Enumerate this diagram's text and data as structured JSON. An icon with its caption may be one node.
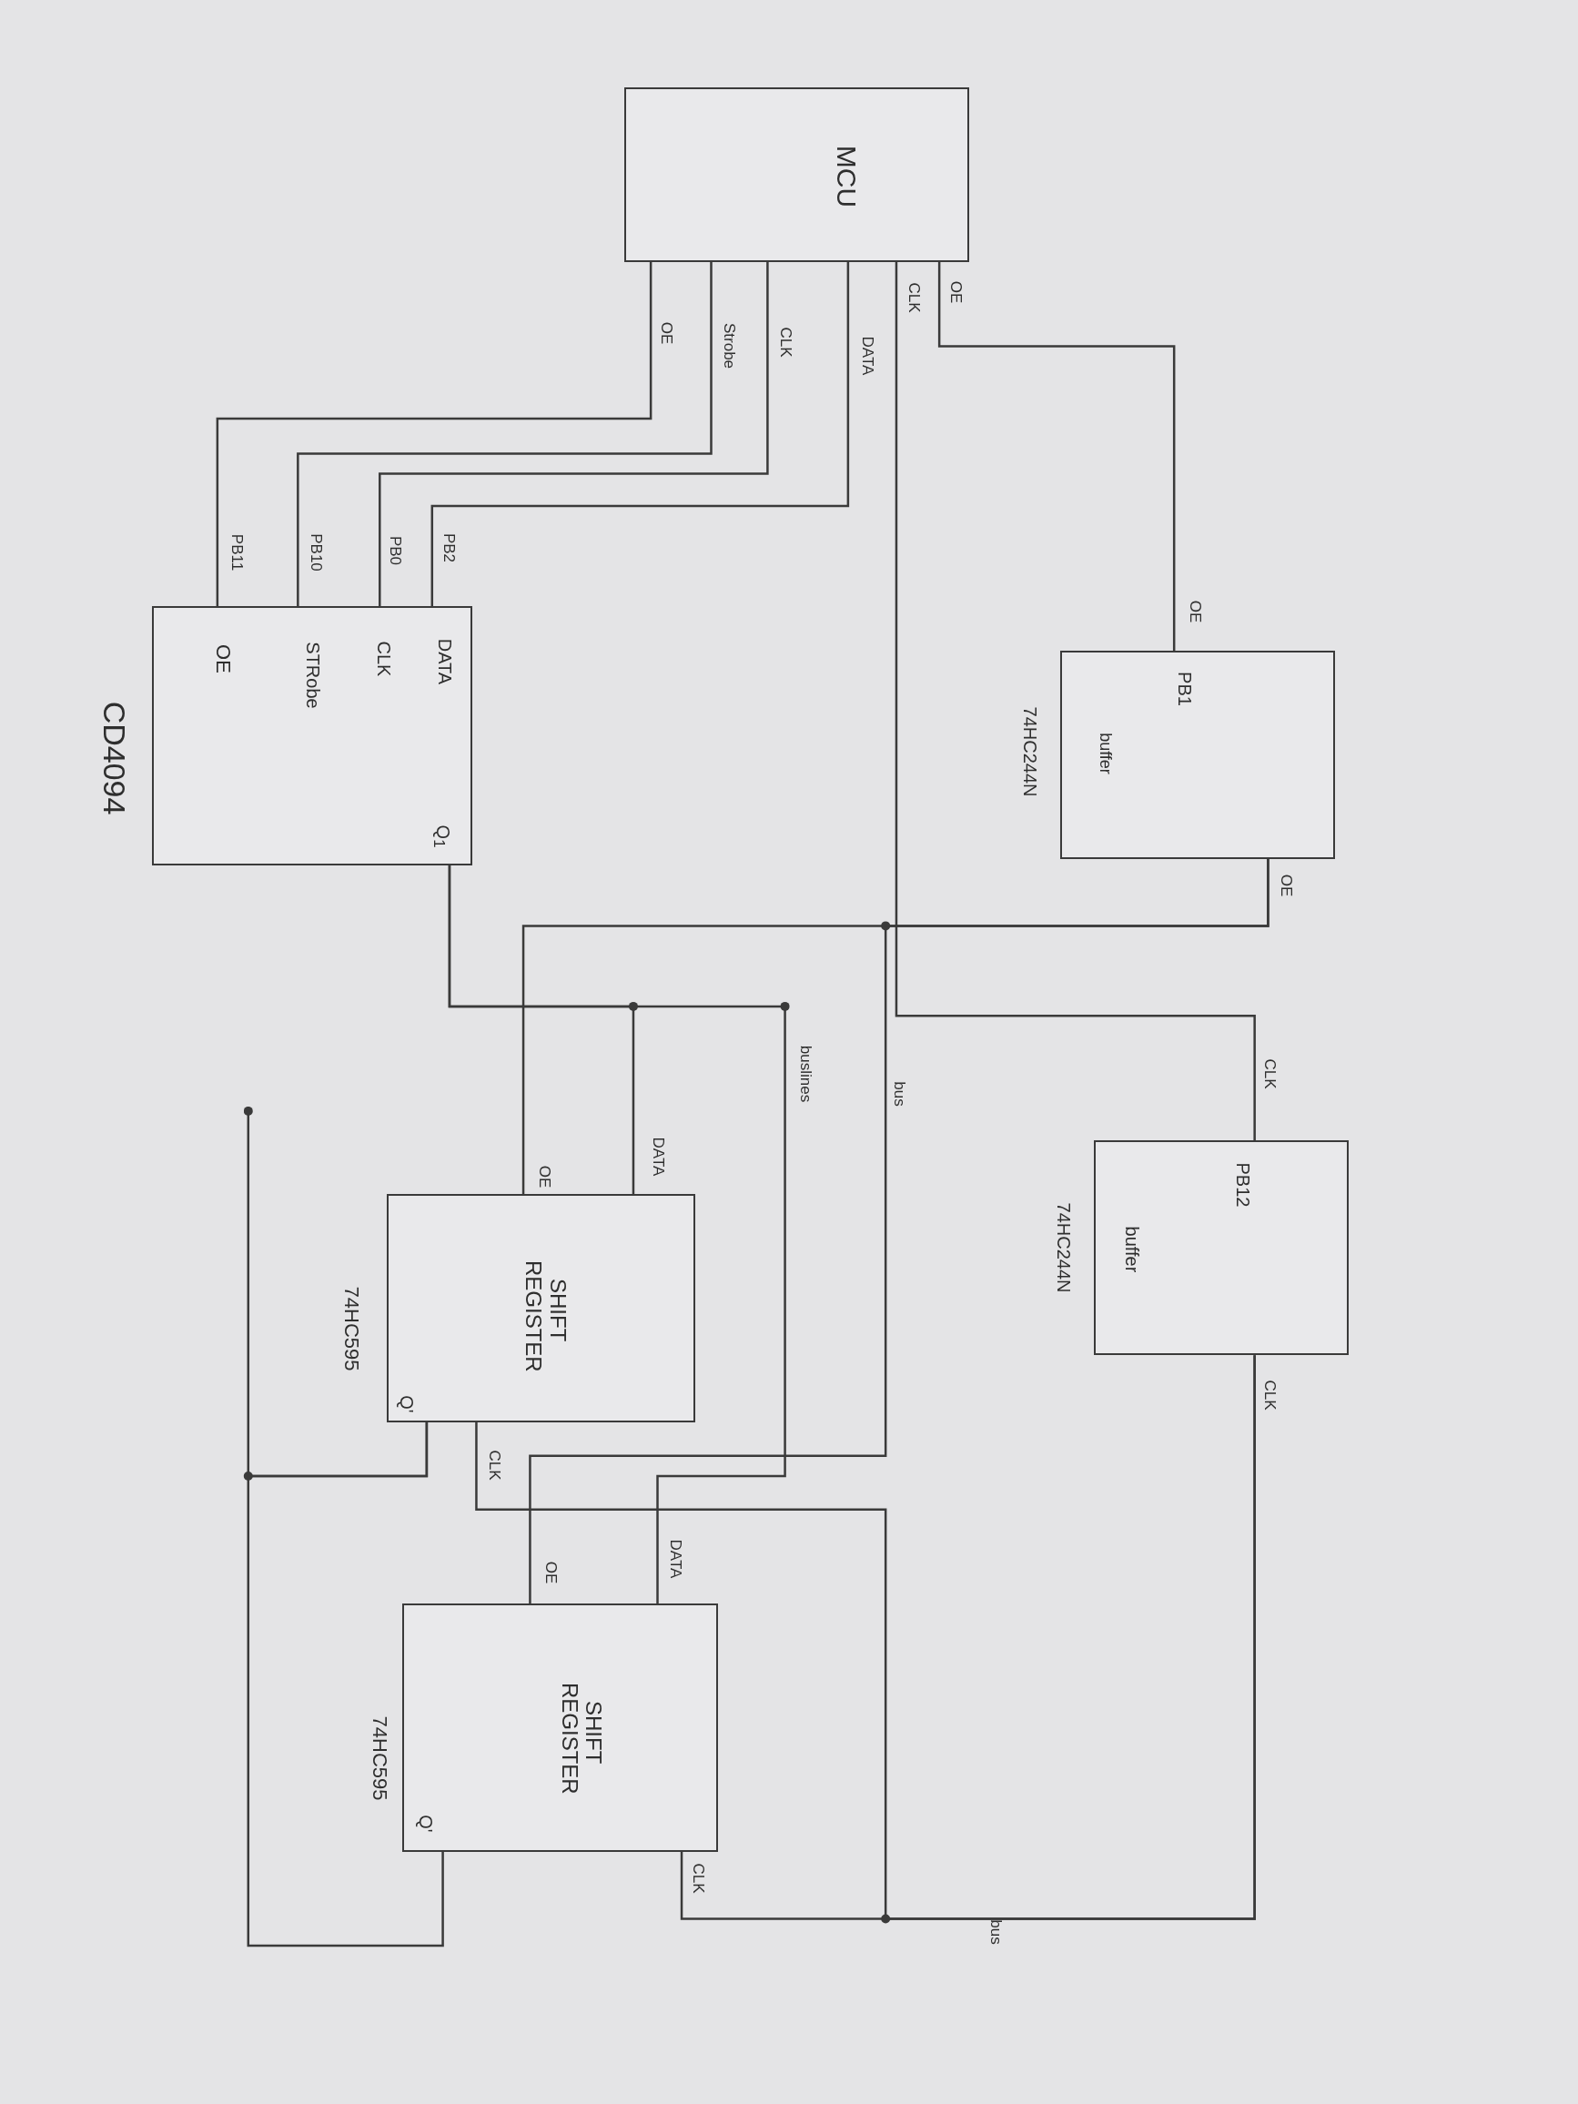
{
  "diagram": {
    "nodes": [
      {
        "text": [
          "MCU"
        ]
      },
      {
        "text": [
          "DATA",
          "CLK",
          "STRobe",
          "OE",
          "Q$_{1}$"
        ],
        "beside": [
          "CD4094"
        ]
      },
      {
        "text": [
          "PB1",
          "buffer"
        ],
        "beside": [
          "74HC244N"
        ]
      },
      {
        "text": [
          "PB12",
          "buffer"
        ],
        "beside": [
          "74HC244N"
        ]
      },
      {
        "text": [
          "SHIFT REGISTER",
          "Q'"
        ],
        "beside": [
          "74HC595"
        ]
      },
      {
        "text": [
          "SHIFT REGISTER",
          "Q'"
        ],
        "beside": [
          "74HC595"
        ]
      }
    ],
    "edges": [
      {
        "from": 0,
        "to": 1,
        "arrow": "none"
      },
      {
        "from": 0,
        "to": 1,
        "arrow": "none"
      },
      {
        "from": 0,
        "to": 1,
        "arrow": "none"
      },
      {
        "from": 0,
        "to": 1,
        "arrow": "none"
      },
      {
        "from": 0,
        "to": 2,
        "arrow": "none"
      },
      {
        "from": 0,
        "to": 3,
        "arrow": "none"
      },
      {
        "from": 2,
        "to": 4,
        "arrow": "none"
      },
      {
        "from": 2,
        "to": 5,
        "arrow": "none"
      },
      {
        "from": 1,
        "to": 4,
        "arrow": "none"
      },
      {
        "from": 1,
        "to": 5,
        "arrow": "none"
      },
      {
        "from": 3,
        "to": 5,
        "arrow": "none"
      },
      {
        "from": 3,
        "to": 4,
        "arrow": "none"
      },
      {
        "from": 4,
        "to": 5,
        "arrow": "none"
      },
      {
        "from": 4,
        "to": null,
        "arrow": "other"
      }
    ],
    "labels": [
      "OE",
      "CLK",
      "DATA",
      "CLK",
      "Strobe",
      "OE",
      "PB2",
      "PB0",
      "PB10",
      "PB11",
      "OE",
      "OE",
      "CLK",
      "CLK",
      "buslines",
      "bus",
      "DATA",
      "OE",
      "CLK",
      "DATA",
      "OE",
      "CLK",
      "bus"
    ]
  }
}
